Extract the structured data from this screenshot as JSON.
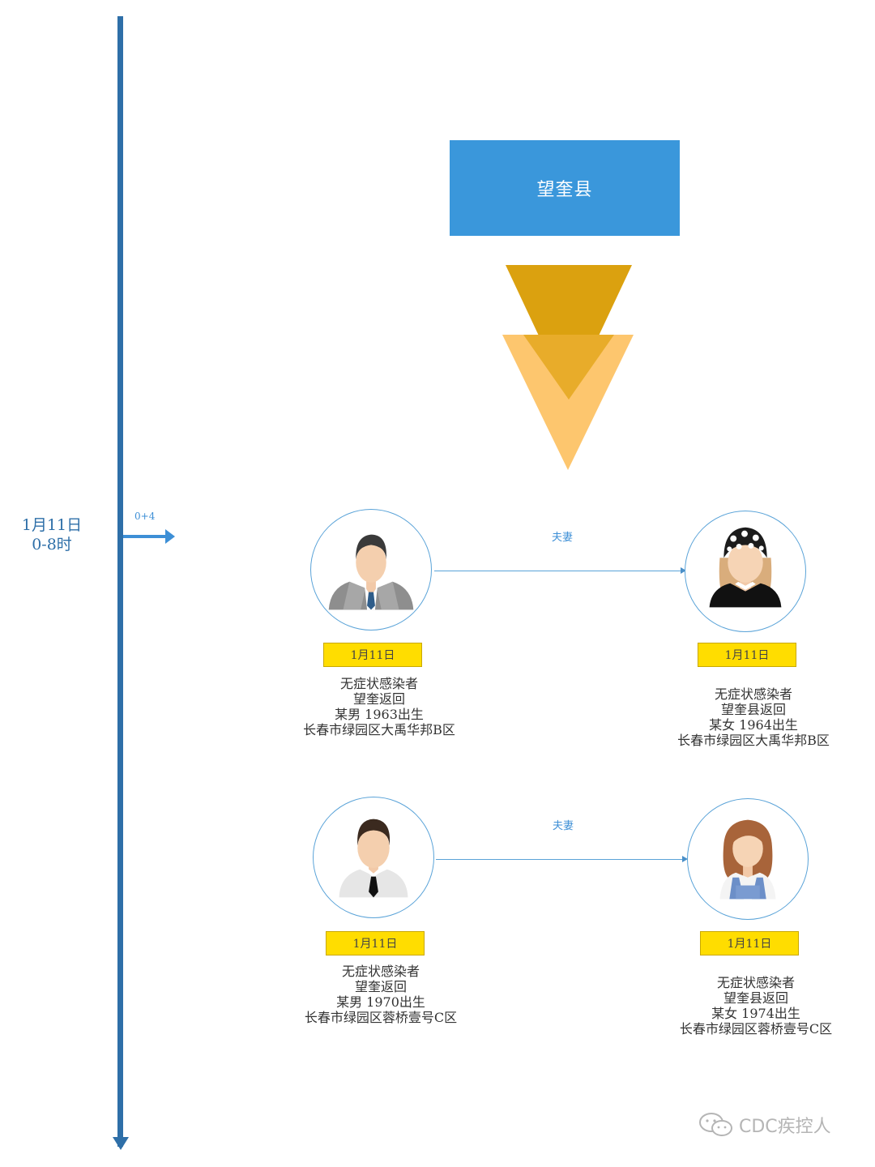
{
  "timeline": {
    "date": "1月11日",
    "hours": "0-8时",
    "branch_label": "0+4"
  },
  "source": {
    "name": "望奎县"
  },
  "couples": [
    {
      "relation": "夫妻",
      "husband": {
        "date": "1月11日",
        "lines": [
          "无症状感染者",
          "望奎返回",
          "某男  1963出生",
          "长春市绿园区大禹华邦B区"
        ]
      },
      "wife": {
        "date": "1月11日",
        "lines": [
          "无症状感染者",
          "望奎县返回",
          "某女  1964出生",
          "长春市绿园区大禹华邦B区"
        ]
      }
    },
    {
      "relation": "夫妻",
      "husband": {
        "date": "1月11日",
        "lines": [
          "无症状感染者",
          "望奎返回",
          "某男  1970出生",
          "长春市绿园区蓉桥壹号C区"
        ]
      },
      "wife": {
        "date": "1月11日",
        "lines": [
          "无症状感染者",
          "望奎县返回",
          "某女  1974出生",
          "长春市绿园区蓉桥壹号C区"
        ]
      }
    }
  ],
  "watermark": "CDC疾控人",
  "colors": {
    "timeline": "#2e6fa8",
    "source_box": "#3a97db",
    "funnel_dark": "#dba10f",
    "funnel_light": "#fdc66e",
    "badge": "#ffdd00"
  }
}
